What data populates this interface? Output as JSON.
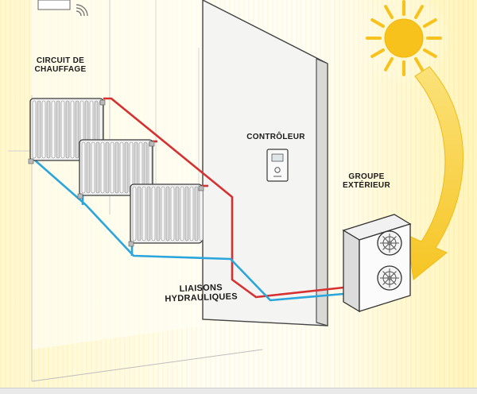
{
  "labels": {
    "circuit_line1": "CIRCUIT DE",
    "circuit_line2": "CHAUFFAGE",
    "controleur": "CONTRÔLEUR",
    "groupe_line1": "GROUPE",
    "groupe_line2": "EXTÉRIEUR",
    "liaisons_line1": "LIAISONS",
    "liaisons_line2": "HYDRAULIQUES"
  },
  "icons": [
    "sun-icon",
    "radiator-icon",
    "thermostat-icon",
    "outdoor-unit-icon",
    "wifi-icon",
    "sun-heat-arrow-icon"
  ],
  "colors": {
    "hot_pipe": "#d63031",
    "cold_pipe": "#2aa6dc",
    "sun": "#f7c21c",
    "sun_glow": "#fff3b8",
    "wall": "#f6f6f6",
    "outline": "#3a3a3a"
  }
}
